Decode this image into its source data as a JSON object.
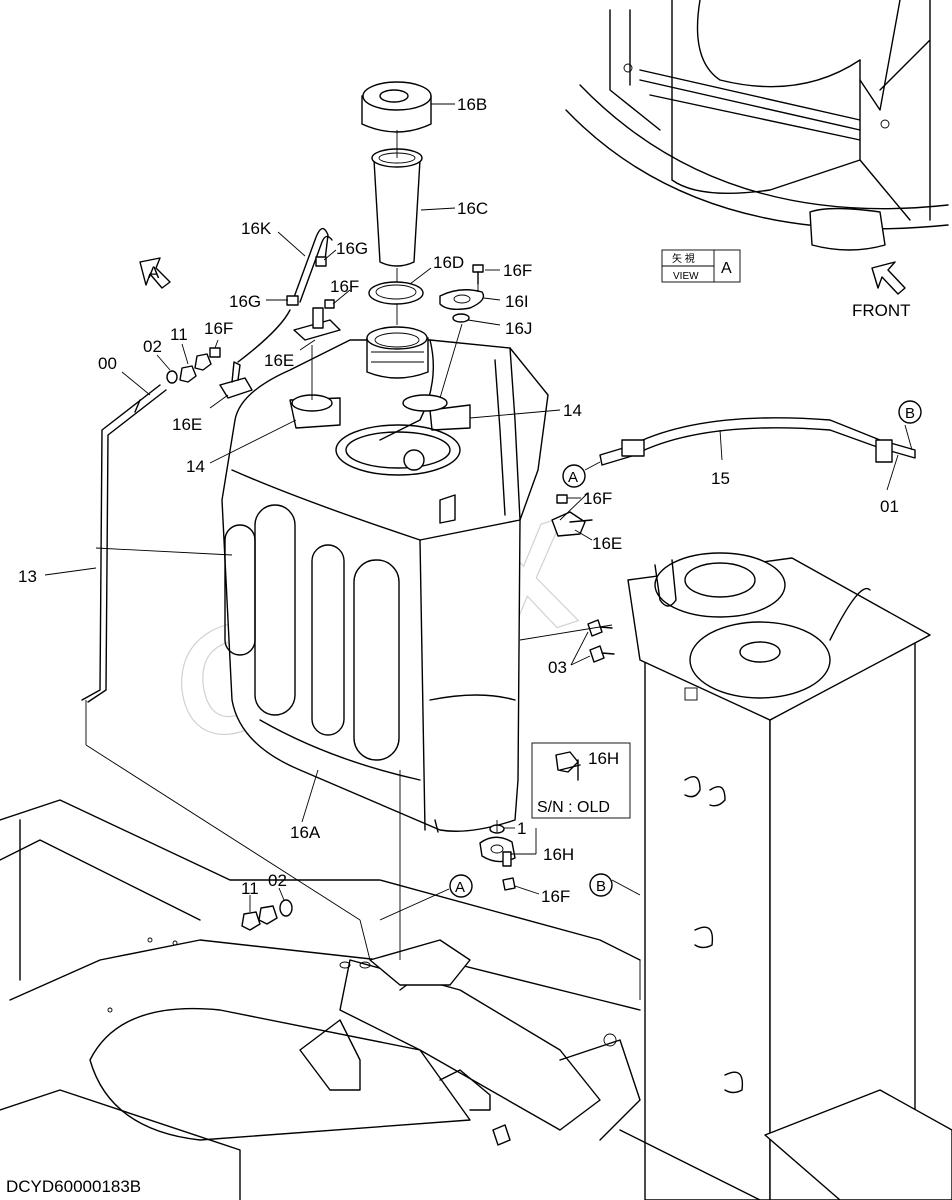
{
  "drawing_id": "DCYD60000183B",
  "front_label": "FRONT",
  "view_box": {
    "jp": "矢 視",
    "en": "VIEW",
    "letter": "A"
  },
  "callouts": {
    "c16B": "16B",
    "c16C": "16C",
    "c16K": "16K",
    "c16G_top": "16G",
    "c16D": "16D",
    "c16F_topright": "16F",
    "c16F_mid": "16F",
    "c16I": "16I",
    "c16J": "16J",
    "c16G_left": "16G",
    "c11_top": "11",
    "c02_top": "02",
    "c16F_left": "16F",
    "c00": "00",
    "c16E_center": "16E",
    "c16E_left": "16E",
    "c14_right": "14",
    "c14_left": "14",
    "c15": "15",
    "c01": "01",
    "c16F_right": "16F",
    "c16E_right": "16E",
    "c13": "13",
    "c03": "03",
    "c16H_box": "16H",
    "c16A": "16A",
    "c1": "1",
    "c16H": "16H",
    "c11_bottom": "11",
    "c02_bottom": "02",
    "c16F_bottom": "16F"
  },
  "circle_markers": {
    "A_arrow": "A",
    "A_hose": "A",
    "B_hose": "B",
    "A_bottom": "A",
    "B_bottom": "B"
  },
  "serial_note": "S/N : OLD",
  "watermark": "OPEX"
}
